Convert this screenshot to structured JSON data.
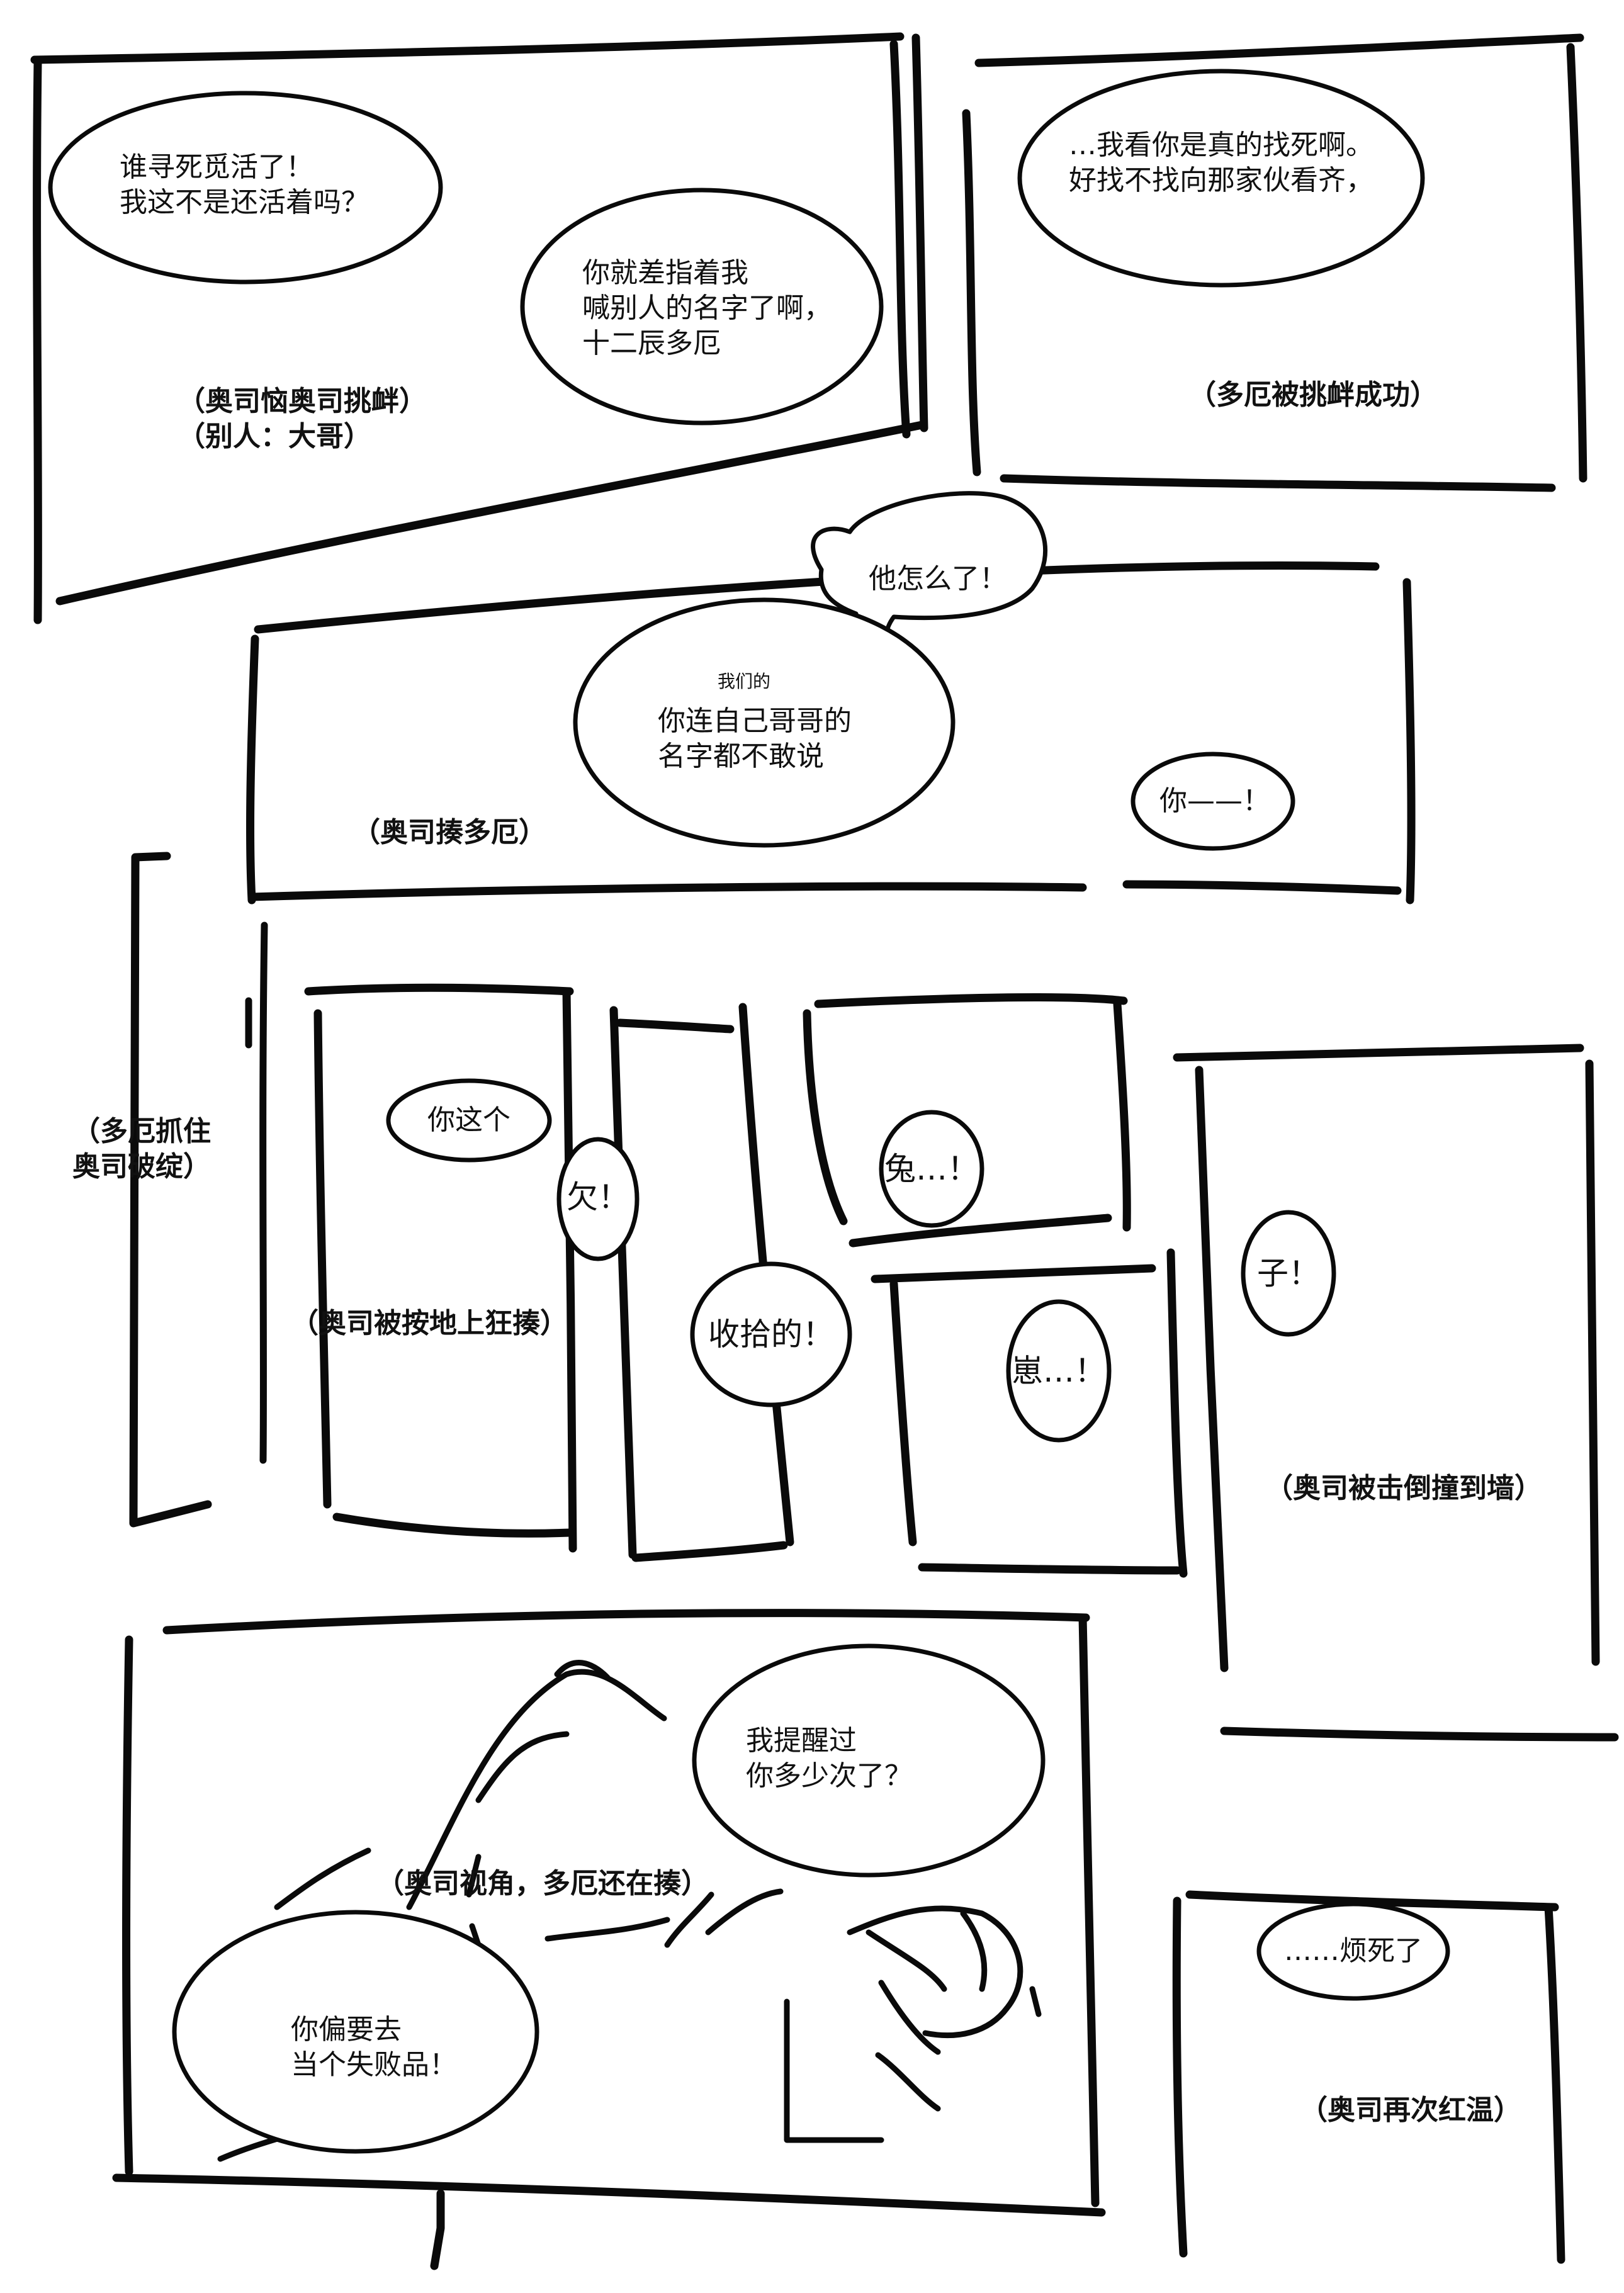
{
  "panel1": {
    "bubble_a": "谁寻死觅活了！\n我这不是还活着吗？",
    "bubble_b": "你就差指着我\n喊别人的名字了啊，\n十二辰多厄",
    "note": "（奥司恼奥司挑衅）\n（别人：大哥）"
  },
  "panel2": {
    "bubble": "…我看你是真的找死啊。\n好找不找向那家伙看齐，",
    "note": "（多厄被挑衅成功）"
  },
  "panel3": {
    "bubble_a": "他怎么了！",
    "bubble_b_small": "我们的",
    "bubble_b": "你连自己哥哥的\n名字都不敢说",
    "bubble_c": "你——！",
    "note": "（奥司揍多厄）"
  },
  "side_note": "（多厄抓住\n奥司破绽）",
  "panel4": {
    "bubble_a": "你这个",
    "bubble_b": "欠！",
    "note": "（奥司被按地上狂揍）"
  },
  "panel5": {
    "bubble": "收拾的！"
  },
  "panel6": {
    "bubble": "兔…！"
  },
  "panel7": {
    "bubble": "崽…！"
  },
  "panel8": {
    "bubble": "子！",
    "note": "（奥司被击倒撞到墙）"
  },
  "panel9": {
    "bubble_a": "我提醒过\n你多少次了？",
    "note": "（奥司视角，多厄还在揍）",
    "bubble_b": "你偏要去\n当个失败品！"
  },
  "panel10": {
    "bubble": "……烦死了",
    "note": "（奥司再次红温）"
  }
}
